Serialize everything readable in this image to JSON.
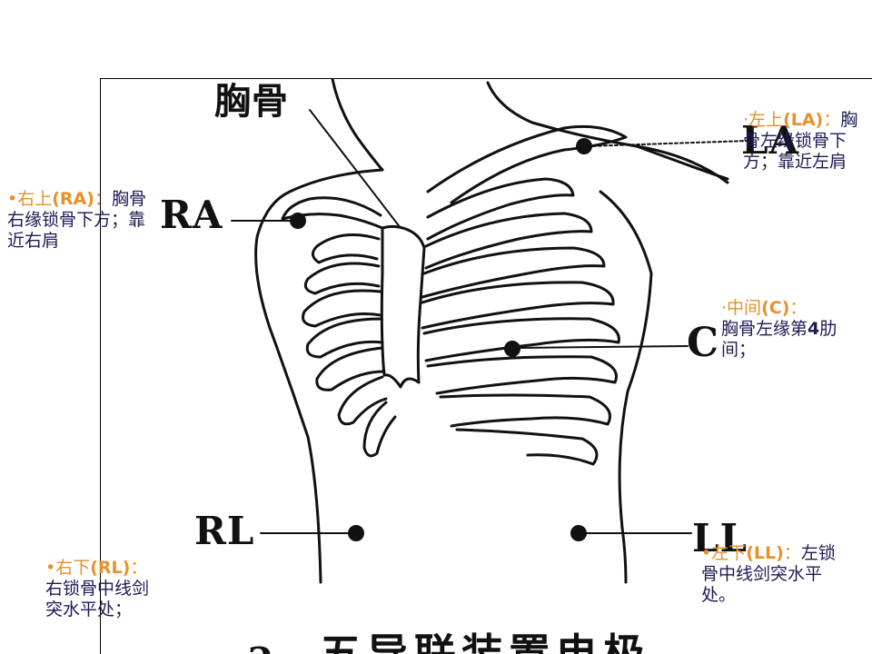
{
  "figure": {
    "labels": {
      "sternum": "胸骨",
      "ra": "RA",
      "la": "LA",
      "c": "C",
      "rl": "RL",
      "ll": "LL"
    },
    "caption": "a. 五导联装置电极"
  },
  "notes": {
    "la": {
      "bullet": "·",
      "pos_text": "左上",
      "code": "(LA)",
      "sep": "：",
      "desc": "胸骨左缘锁骨下方；靠近左肩"
    },
    "ra": {
      "bullet": "•",
      "pos_text": "右上",
      "code": "(RA)",
      "sep": "：",
      "desc": "胸骨右缘锁骨下方；靠近右肩"
    },
    "c": {
      "bullet": "·",
      "pos_text": "中间",
      "code": "(C)",
      "sep": "：",
      "desc": "胸骨左缘第",
      "desc_bold": "4",
      "desc_tail": "肋间；"
    },
    "rl": {
      "bullet": "•",
      "pos_text": "右下",
      "code": "(RL)",
      "sep": "：",
      "desc": "右锁骨中线剑突水平处；"
    },
    "ll": {
      "bullet": "•",
      "pos_text": "左下",
      "code": "(LL)",
      "sep": "：",
      "desc": "左锁骨中线剑突水平处。"
    }
  },
  "colors": {
    "position_text": "#e8902a",
    "description_text": "#1b1b55",
    "line_art": "#111111"
  }
}
